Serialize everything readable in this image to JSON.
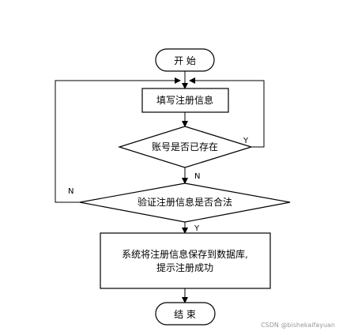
{
  "nodes": {
    "start": "开 始",
    "fill_info": "填写注册信息",
    "account_exists": "账号是否已存在",
    "validate_info": "验证注册信息是否合法",
    "save_line1": "系统将注册信息保存到数据库,",
    "save_line2": "提示注册成功",
    "end": "结 束"
  },
  "edges": {
    "exists_yes": "Y",
    "exists_no": "N",
    "valid_no": "N",
    "valid_yes": "Y"
  },
  "watermark": "CSDN @bishekaifayuan"
}
